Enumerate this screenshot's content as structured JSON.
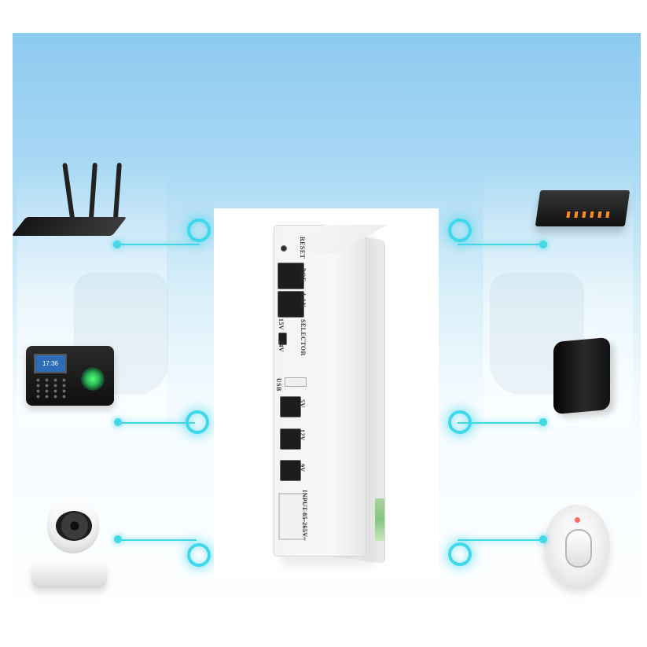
{
  "image": {
    "kind": "product-scene",
    "colors": {
      "accent": "#44d7e6",
      "sky": "#8dcaf0",
      "device": "#f3f4f5"
    },
    "icons": [
      "router-icon",
      "network-switch-icon",
      "fingerprint-attendance-icon",
      "modem-icon",
      "ip-camera-icon",
      "smoke-detector-icon"
    ]
  },
  "device": {
    "labels": {
      "reset": "RESET",
      "poe": "POE",
      "lan": "LAN",
      "selector": "SELECTOR",
      "switch_15v": "15V",
      "switch_24v": "24V",
      "usb": "USB",
      "v5": "5V",
      "v12": "12V",
      "v9": "9V",
      "input": "INPUT 85-265V~"
    }
  },
  "peripherals": {
    "attendance_screen": "17:36"
  }
}
